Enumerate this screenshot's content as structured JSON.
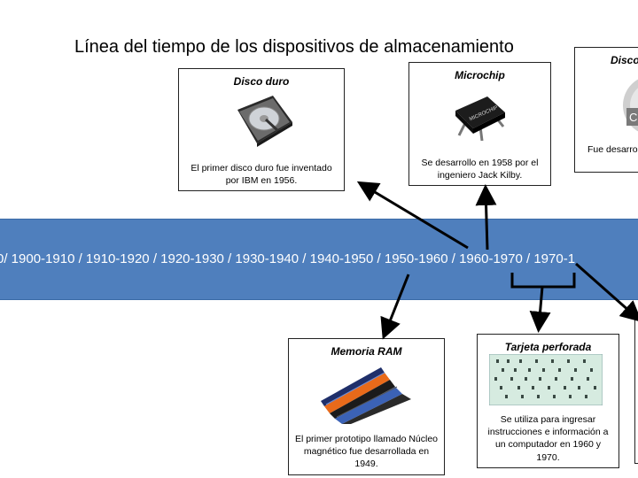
{
  "title": "Línea del tiempo de los dispositivos de almacenamiento",
  "timeline_text": "0/ 1900-1910 / 1910-1920 / 1920-1930 / 1930-1940 / 1940-1950 / 1950-1960 / 1960-1970 / 1970-1",
  "cards": {
    "hdd": {
      "title": "Disco duro",
      "desc": "El primer disco duro fue inventado por IBM en 1956."
    },
    "microchip": {
      "title": "Microchip",
      "desc": "Se desarrollo en 1958 por el ingeniero Jack Kilby.",
      "chip_label": "MICROCHIP"
    },
    "cd": {
      "title": "Disco",
      "desc": "Fue desarro Son",
      "cd_label": "CD"
    },
    "ram": {
      "title": "Memoria RAM",
      "desc": "El primer prototipo llamado Núcleo magnético fue desarrollada en 1949."
    },
    "card": {
      "title": "Tarjeta perforada",
      "desc": "Se utiliza para ingresar instrucciones e información a un computador en 1960 y 1970."
    }
  },
  "colors": {
    "band": "#4f7fbd",
    "text": "#000000",
    "band_text": "#ffffff"
  }
}
